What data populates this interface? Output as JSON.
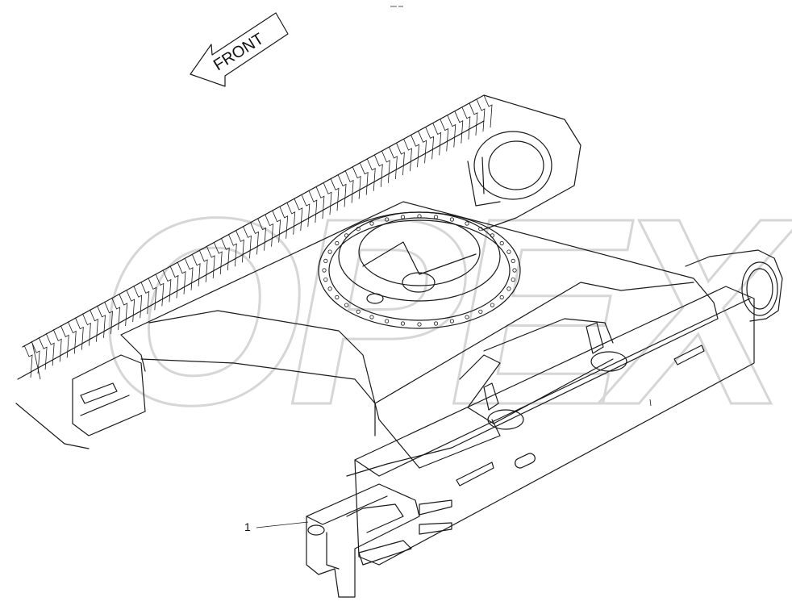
{
  "diagram": {
    "direction_label": "FRONT",
    "callouts": [
      {
        "number": "1"
      }
    ],
    "watermark": "OPEX",
    "colors": {
      "line": "#1a1a1a",
      "watermark": "#d4d4d4",
      "background": "#ffffff"
    }
  }
}
